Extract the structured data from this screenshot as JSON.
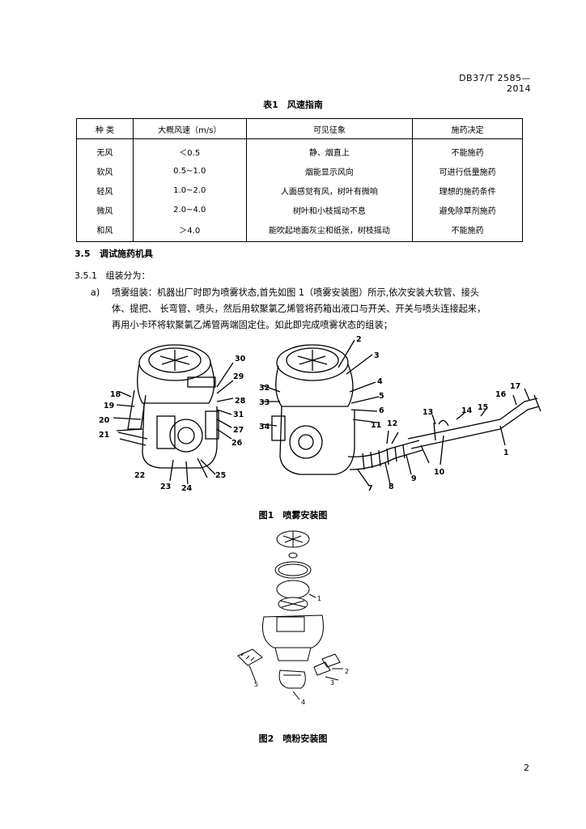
{
  "header": {
    "standard_no": "DB37/T 2585—2014"
  },
  "table1": {
    "caption": "表1　风速指南",
    "headers": [
      "种 类",
      "大概风速（m/s）",
      "可见征象",
      "施药决定"
    ],
    "rows": [
      [
        "无风",
        "＜0.5",
        "静、烟直上",
        "不能施药"
      ],
      [
        "软风",
        "0.5~1.0",
        "烟能显示风向",
        "可进行低量施药"
      ],
      [
        "轻风",
        "1.0~2.0",
        "人面感觉有风，树叶有微响",
        "理想的施药条件"
      ],
      [
        "微风",
        "2.0~4.0",
        "树叶和小枝摇动不息",
        "避免除草剂施药"
      ],
      [
        "和风",
        "＞4.0",
        "能吹起地面灰尘和纸张，树枝摇动",
        "不能施药"
      ]
    ]
  },
  "section_3_5": {
    "number": "3.5",
    "title": "调试施药机具"
  },
  "section_3_5_1": {
    "number": "3.5.1",
    "title": "组装分为："
  },
  "item_a": {
    "marker": "a)",
    "line1": "喷雾组装：机器出厂时即为喷雾状态,首先如图 1（喷雾安装图）所示,依次安装大软管、接头",
    "line2": "体、提把、 长弯管、喷头，然后用软聚氯乙烯管将药箱出液口与开关、开关与喷头连接起来，",
    "line3": "再用小卡环将软聚氯乙烯管两端固定住。如此即完成喷雾状态的组装；"
  },
  "figure1": {
    "caption": "图1　喷雾安装图",
    "labels_left": [
      "30",
      "29",
      "28",
      "31",
      "27",
      "26",
      "25",
      "24",
      "23",
      "22",
      "21",
      "20",
      "19",
      "18"
    ],
    "labels_right": [
      "2",
      "3",
      "4",
      "5",
      "6",
      "32",
      "33",
      "34",
      "11",
      "12",
      "13",
      "14",
      "15",
      "16",
      "17",
      "1",
      "10",
      "9",
      "8",
      "7"
    ]
  },
  "figure2": {
    "caption": "图2　喷粉安装图",
    "labels": [
      "1",
      "2",
      "3",
      "4",
      "5"
    ]
  },
  "page_number": "2"
}
